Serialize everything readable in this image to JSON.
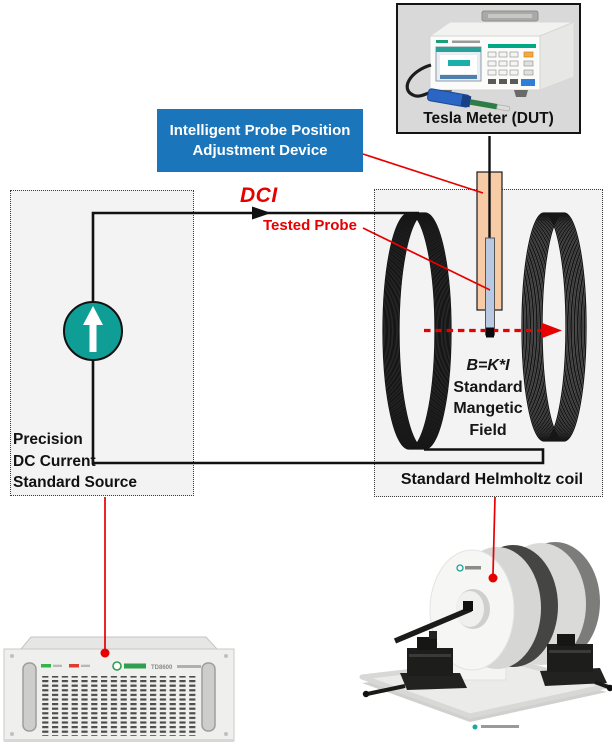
{
  "colors": {
    "accent_blue": "#1b75bb",
    "teal_source": "#0f9e95",
    "annotation_red": "#e60000",
    "probe_holder_orange": "#f6cba6",
    "probe_blue": "#b9c9e2",
    "box_fill_gray": "#f3f3f3",
    "photo_box_gray": "#d9d9d9"
  },
  "tesla_meter": {
    "label": "Tesla Meter (DUT)"
  },
  "adjustment_device": {
    "line1": "Intelligent Probe Position",
    "line2": "Adjustment Device"
  },
  "signals": {
    "dci": "DCI",
    "tested_probe": "Tested Probe"
  },
  "helmholtz": {
    "formula": "B=K*I",
    "field_lines": [
      "Standard",
      "Mangetic",
      "Field"
    ],
    "label": "Standard Helmholtz coil"
  },
  "dc_source": {
    "lines": [
      "Precision",
      "DC Current",
      "Standard Source"
    ]
  },
  "source_instrument": {
    "model": "TD8600"
  }
}
